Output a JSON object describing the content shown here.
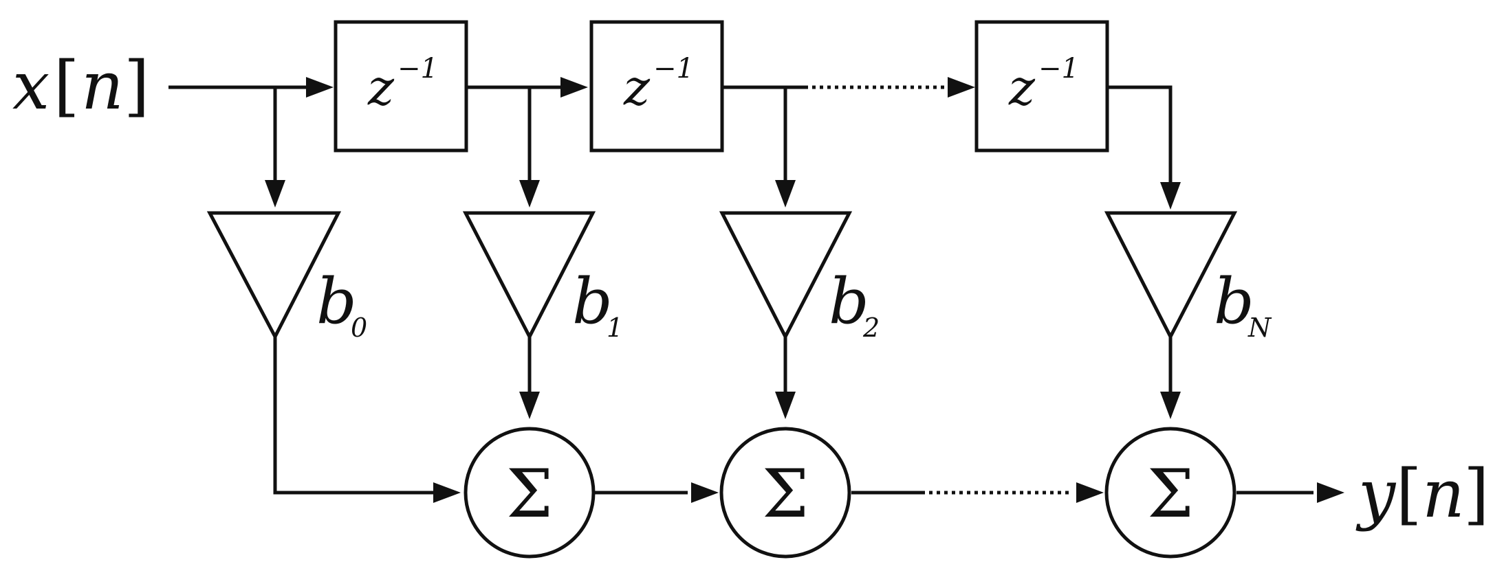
{
  "input_label": {
    "symbol": "x",
    "index": "n"
  },
  "output_label": {
    "symbol": "y",
    "index": "n"
  },
  "delay_blocks": [
    {
      "base": "z",
      "exponent": "−1"
    },
    {
      "base": "z",
      "exponent": "−1"
    },
    {
      "base": "z",
      "exponent": "−1"
    }
  ],
  "gains": [
    {
      "base": "b",
      "sub": "0"
    },
    {
      "base": "b",
      "sub": "1"
    },
    {
      "base": "b",
      "sub": "2"
    },
    {
      "base": "b",
      "sub": "N"
    }
  ],
  "adders": [
    {
      "symbol": "Σ"
    },
    {
      "symbol": "Σ"
    },
    {
      "symbol": "Σ"
    }
  ]
}
